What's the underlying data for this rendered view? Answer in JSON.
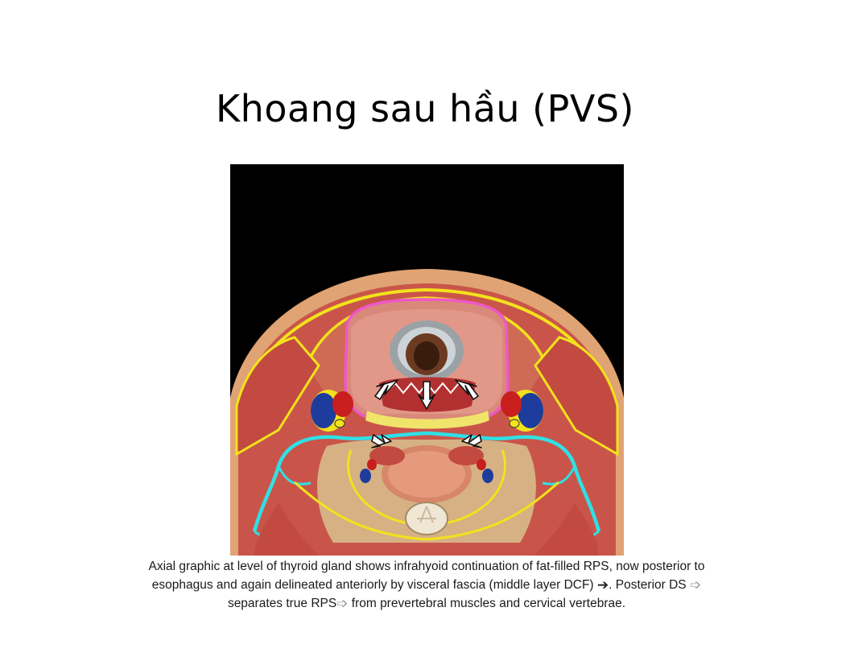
{
  "slide": {
    "title": "Khoang sau hầu (PVS)"
  },
  "figure": {
    "caption_line1": "Axial graphic at level of thyroid gland shows infrahyoid continuation of fat-filled RPS, now posterior to",
    "caption_line2a": "esophagus and again delineated anteriorly by visceral fascia (middle layer DCF)",
    "caption_arrow_solid": "➔",
    "caption_line2b": ". Posterior DS",
    "caption_arrow_open": "➩",
    "caption_line3a": "separates true RPS",
    "caption_arrow_open2": "➩",
    "caption_line3b": " from prevertebral muscles and cervical vertebrae."
  },
  "colors": {
    "muscle": "#c9554a",
    "fascia_yellow": "#f2e21c",
    "fascia_cyan": "#2fe0e6",
    "fascia_pink": "#ee58c8",
    "artery": "#c81e1e",
    "vein": "#1e3c9c",
    "fat": "#e8cc98",
    "background": "#000000"
  }
}
